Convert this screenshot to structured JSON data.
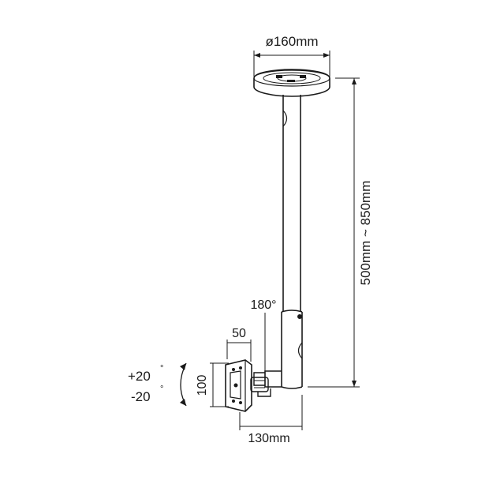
{
  "diagram": {
    "labels": {
      "plate_diameter": "ø160mm",
      "height_range": "500mm ~ 850mm",
      "rotation": "180°",
      "tilt_up": "+20",
      "tilt_down": "-20",
      "degree_symbol": "°",
      "vesa_width": "50",
      "vesa_height": "100",
      "arm_depth": "130mm"
    }
  }
}
